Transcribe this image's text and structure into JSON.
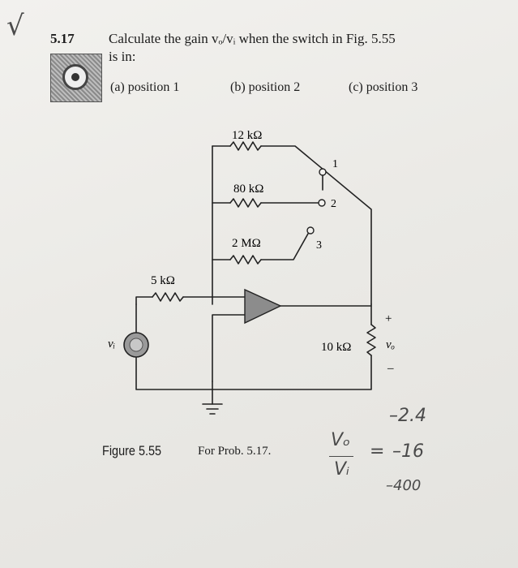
{
  "problem": {
    "number": "5.17",
    "line1": "Calculate the gain vₒ/vᵢ when the switch in Fig. 5.55",
    "line2": "is in:",
    "parts": [
      "(a) position 1",
      "(b) position 2",
      "(c) position 3"
    ]
  },
  "circuit": {
    "r_input": "5 kΩ",
    "r_fb1": "12 kΩ",
    "r_fb2": "80 kΩ",
    "r_fb3": "2 MΩ",
    "r_load": "10 kΩ",
    "switch_positions": [
      "1",
      "2",
      "3"
    ],
    "source_label": "vᵢ",
    "output_label": "vₒ",
    "plus": "+",
    "minus": "–"
  },
  "figure": {
    "label": "Figure 5.55",
    "caption": "For Prob. 5.17."
  },
  "handwriting": {
    "checkmark": "√",
    "answer1": "–2.4",
    "answer2": "–16",
    "answer3": "–400",
    "ratio_num": "Vₒ",
    "ratio_den": "Vᵢ",
    "equals": "="
  }
}
